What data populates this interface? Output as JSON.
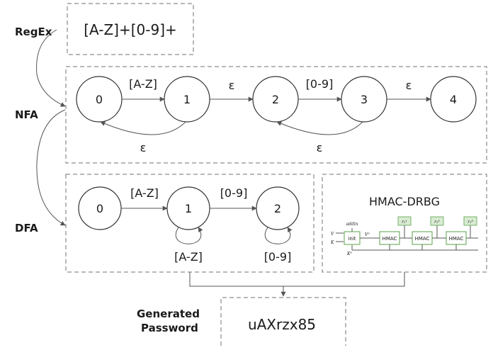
{
  "labels": {
    "regex": "RegEx",
    "nfa": "NFA",
    "dfa": "DFA",
    "generated_line1": "Generated",
    "generated_line2": "Password"
  },
  "regex": {
    "pattern": "[A-Z]+[0-9]+"
  },
  "nfa": {
    "states": [
      "0",
      "1",
      "2",
      "3",
      "4"
    ],
    "transitions": [
      {
        "from": "0",
        "to": "1",
        "label": "[A-Z]"
      },
      {
        "from": "1",
        "to": "2",
        "label": "ε"
      },
      {
        "from": "2",
        "to": "3",
        "label": "[0-9]"
      },
      {
        "from": "3",
        "to": "4",
        "label": "ε"
      },
      {
        "from": "1",
        "to": "0",
        "label": "ε"
      },
      {
        "from": "3",
        "to": "2",
        "label": "ε"
      }
    ]
  },
  "dfa": {
    "states": [
      "0",
      "1",
      "2"
    ],
    "transitions": [
      {
        "from": "0",
        "to": "1",
        "label": "[A-Z]"
      },
      {
        "from": "1",
        "to": "2",
        "label": "[0-9]"
      },
      {
        "from": "1",
        "to": "1",
        "label": "[A-Z]"
      },
      {
        "from": "2",
        "to": "2",
        "label": "[0-9]"
      }
    ]
  },
  "hmac": {
    "title": "HMAC-DRBG",
    "init_label": "init",
    "block_label": "HMAC",
    "inputs": {
      "v": "V",
      "k": "K",
      "addin": "addin",
      "v0": "V⁰",
      "k0": "K⁰"
    },
    "outputs": [
      "r₁¹",
      "r₁²",
      "r₁³"
    ]
  },
  "output": {
    "password": "uAXrzx85"
  },
  "colors": {
    "box_stroke": "#707070",
    "hmac_green": "#5aa04a",
    "hmac_fill": "#d8ecd2"
  }
}
